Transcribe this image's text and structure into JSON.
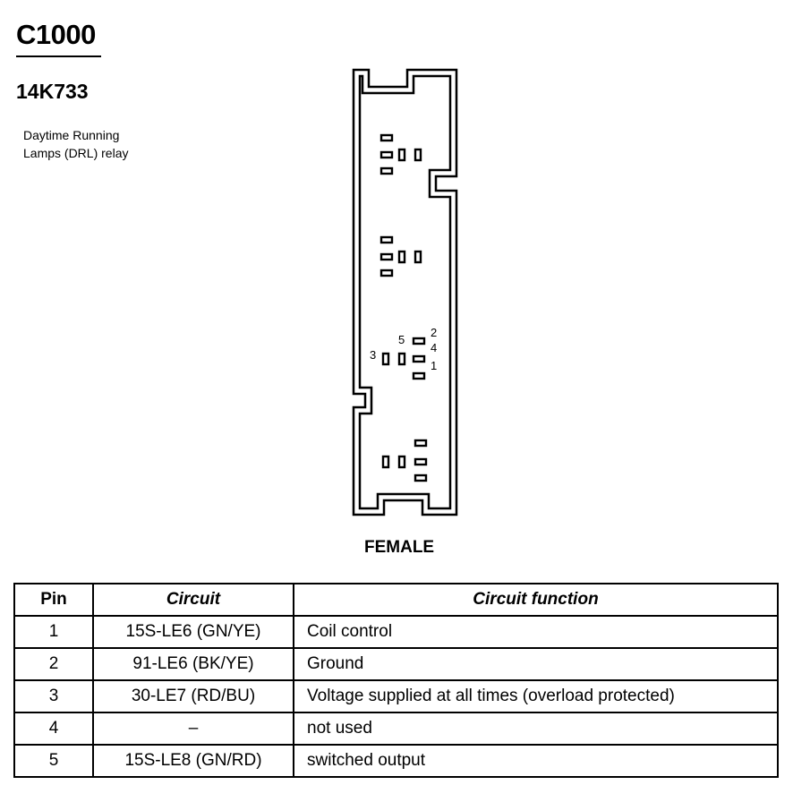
{
  "header": {
    "connector_id": "C1000",
    "part_number": "14K733",
    "description_lines": [
      "Daytime Running",
      "Lamps (DRL) relay"
    ]
  },
  "diagram": {
    "gender_label": "FEMALE",
    "pin_labels": {
      "p1": "1",
      "p2": "2",
      "p3": "3",
      "p4": "4",
      "p5": "5"
    }
  },
  "table": {
    "headers": {
      "pin": "Pin",
      "circuit": "Circuit",
      "function": "Circuit function"
    },
    "rows": [
      {
        "pin": "1",
        "circuit": "15S-LE6 (GN/YE)",
        "function": "Coil control"
      },
      {
        "pin": "2",
        "circuit": "91-LE6 (BK/YE)",
        "function": "Ground"
      },
      {
        "pin": "3",
        "circuit": "30-LE7 (RD/BU)",
        "function": "Voltage supplied at all times (overload protected)"
      },
      {
        "pin": "4",
        "circuit": "–",
        "function": "not used"
      },
      {
        "pin": "5",
        "circuit": "15S-LE8 (GN/RD)",
        "function": "switched output"
      }
    ]
  }
}
